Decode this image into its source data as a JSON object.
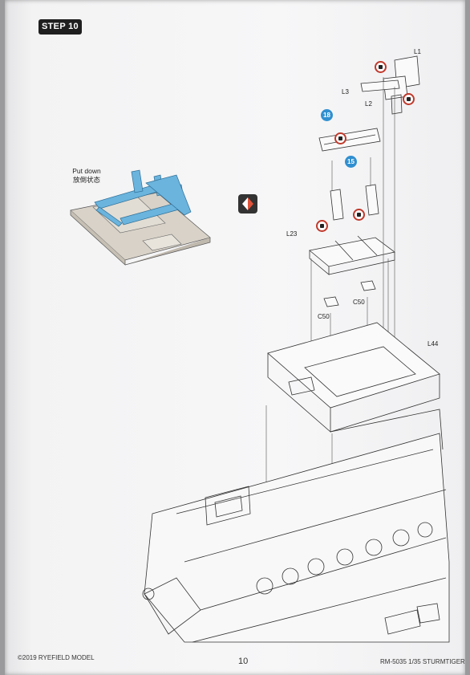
{
  "header": {
    "step": "STEP 10"
  },
  "note": {
    "line1": "Put down",
    "line2": "放倒状态"
  },
  "parts": {
    "l1": "L1",
    "l2": "L2",
    "l3": "L3",
    "l23": "L23",
    "l44": "L44",
    "c50a": "C50",
    "c50b": "C50"
  },
  "markers": {
    "m18": "18",
    "m15": "15"
  },
  "icons": [
    "glue-icon",
    "flip-over-icon"
  ],
  "colors": {
    "part_highlight": "#6ab4de",
    "marker": "#2f8fd0",
    "glue_ring": "#c0392b"
  },
  "footer": {
    "copyright": "©2019 RYEFIELD MODEL",
    "page": "10",
    "model": "RM-5035 1/35 STURMTIGER"
  }
}
